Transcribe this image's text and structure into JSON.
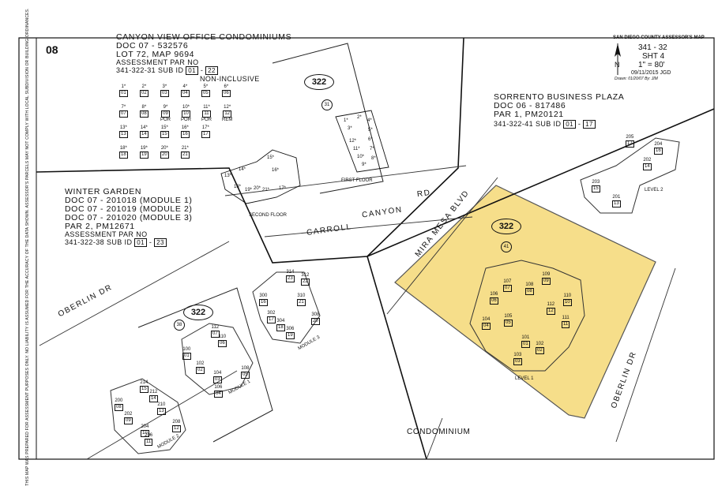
{
  "page": {
    "map_number": "08",
    "disclaimer": "THIS MAP WAS PREPARED FOR ASSESSMENT PURPOSES ONLY. NO LIABILITY IS ASSUMED FOR THE ACCURACY OF THE DATA SHOWN. ASSESSOR'S PARCELS MAY NOT COMPLY WITH LOCAL SUBDIVISION OR BUILDING ORDINANCES."
  },
  "title_block": {
    "agency": "SAN DIEGO COUNTY ASSESSOR'S MAP",
    "book_page": "341 - 32",
    "sheet": "SHT 4",
    "scale": "1\" = 80'",
    "date_code": "09/11/2015 JGD",
    "drawn": "Drawn: 01/20/07  By: JIM",
    "north_label": "N"
  },
  "canyon_view": {
    "title": "CANYON VIEW OFFICE CONDOMINIUMS",
    "doc": "DOC 07 - 532576",
    "lot": "LOT 72, MAP 9694",
    "par_label": "ASSESSMENT PAR NO",
    "par_no": "341-322-31 SUB ID",
    "sub_from": "01",
    "sub_to": "22",
    "note": "NON-INCLUSIVE",
    "units": [
      {
        "n": "1*",
        "id": "01"
      },
      {
        "n": "2*",
        "id": "02"
      },
      {
        "n": "3*",
        "id": "03"
      },
      {
        "n": "4*",
        "id": "04"
      },
      {
        "n": "5*",
        "id": "05"
      },
      {
        "n": "6*",
        "id": "06"
      },
      {
        "n": "7*",
        "id": "07"
      },
      {
        "n": "8*",
        "id": "08"
      },
      {
        "n": "9*",
        "id": "09",
        "tag": "POR"
      },
      {
        "n": "10*",
        "id": "10",
        "tag": "POR"
      },
      {
        "n": "11*",
        "id": "11",
        "tag": "POR"
      },
      {
        "n": "12*",
        "id": "12",
        "tag": "REM"
      },
      {
        "n": "13*",
        "id": "13"
      },
      {
        "n": "14*",
        "id": "14"
      },
      {
        "n": "15*",
        "id": "15"
      },
      {
        "n": "16*",
        "id": "16"
      },
      {
        "n": "17*",
        "id": "17"
      },
      {
        "n": "18*",
        "id": "18"
      },
      {
        "n": "19*",
        "id": "19"
      },
      {
        "n": "20*",
        "id": "20"
      },
      {
        "n": "21*",
        "id": "21"
      }
    ],
    "oval": "322",
    "circle": "31",
    "first_floor": "FIRST FLOOR",
    "second_floor": "SECOND FLOOR",
    "first_floor_units": [
      "1*",
      "2*",
      "3*",
      "4*",
      "5*",
      "6*",
      "7*",
      "8*",
      "9*",
      "10*",
      "11*",
      "12*"
    ],
    "second_floor_units": [
      "13*",
      "14*",
      "15*",
      "16*",
      "17*",
      "18*",
      "19*",
      "20*",
      "21*"
    ]
  },
  "sorrento": {
    "title": "SORRENTO BUSINESS PLAZA",
    "doc": "DOC 06 - 817486",
    "par": "PAR 1, PM20121",
    "par_no": "341-322-41 SUB ID",
    "sub_from": "01",
    "sub_to": "17",
    "oval": "322",
    "circle": "41",
    "level1": "LEVEL 1",
    "level2": "LEVEL 2",
    "highlight_color": "#f6de8a",
    "level1_units": [
      {
        "n": "101",
        "id": "01"
      },
      {
        "n": "102",
        "id": "02"
      },
      {
        "n": "103",
        "id": "03"
      },
      {
        "n": "104",
        "id": "04"
      },
      {
        "n": "105",
        "id": "05"
      },
      {
        "n": "106",
        "id": "06"
      },
      {
        "n": "107",
        "id": "07"
      },
      {
        "n": "108",
        "id": "08"
      },
      {
        "n": "109",
        "id": "09"
      },
      {
        "n": "110",
        "id": "10"
      },
      {
        "n": "111",
        "id": "11"
      },
      {
        "n": "112",
        "id": "12"
      }
    ],
    "level2_units": [
      {
        "n": "201",
        "id": "13"
      },
      {
        "n": "202",
        "id": "14"
      },
      {
        "n": "203",
        "id": "15"
      },
      {
        "n": "204",
        "id": "16"
      },
      {
        "n": "205",
        "id": "17"
      }
    ]
  },
  "winter_garden": {
    "title": "WINTER GARDEN",
    "doc1": "DOC 07 - 201018 (MODULE 1)",
    "doc2": "DOC 07 - 201019 (MODULE 2)",
    "doc3": "DOC 07 - 201020 (MODULE 3)",
    "par": "PAR 2, PM12671",
    "par_label": "ASSESSMENT PAR NO",
    "par_no": "341-322-38 SUB ID",
    "sub_from": "01",
    "sub_to": "23",
    "oval": "322",
    "circle": "38",
    "module1": "MODULE 1",
    "module2": "MODULE 2",
    "module3": "MODULE 3",
    "module1_units": [
      {
        "n": "100",
        "id": "01"
      },
      {
        "n": "102",
        "id": "02"
      },
      {
        "n": "104",
        "id": "03"
      },
      {
        "n": "106",
        "id": "04"
      },
      {
        "n": "108",
        "id": "05"
      },
      {
        "n": "110",
        "id": "06"
      },
      {
        "n": "112",
        "id": "07"
      }
    ],
    "module2_units": [
      {
        "n": "200",
        "id": "08"
      },
      {
        "n": "202",
        "id": "09"
      },
      {
        "n": "204",
        "id": "10"
      },
      {
        "n": "206",
        "id": "11"
      },
      {
        "n": "208",
        "id": "12"
      },
      {
        "n": "210",
        "id": "13"
      },
      {
        "n": "212",
        "id": "14"
      },
      {
        "n": "214",
        "id": "15"
      }
    ],
    "module3_units": [
      {
        "n": "300",
        "id": "16"
      },
      {
        "n": "302",
        "id": "17"
      },
      {
        "n": "304",
        "id": "18"
      },
      {
        "n": "306",
        "id": "19"
      },
      {
        "n": "308",
        "id": "20"
      },
      {
        "n": "310",
        "id": "21"
      },
      {
        "n": "312",
        "id": "22"
      },
      {
        "n": "314",
        "id": "23"
      }
    ]
  },
  "roads": {
    "carroll_1": "CARROLL",
    "carroll_2": "CANYON",
    "carroll_3": "RD",
    "mira_mesa": "MIRA MESA BLVD",
    "oberlin_left": "OBERLIN DR",
    "oberlin_right": "OBERLIN DR",
    "condominium": "CONDOMINIUM"
  }
}
